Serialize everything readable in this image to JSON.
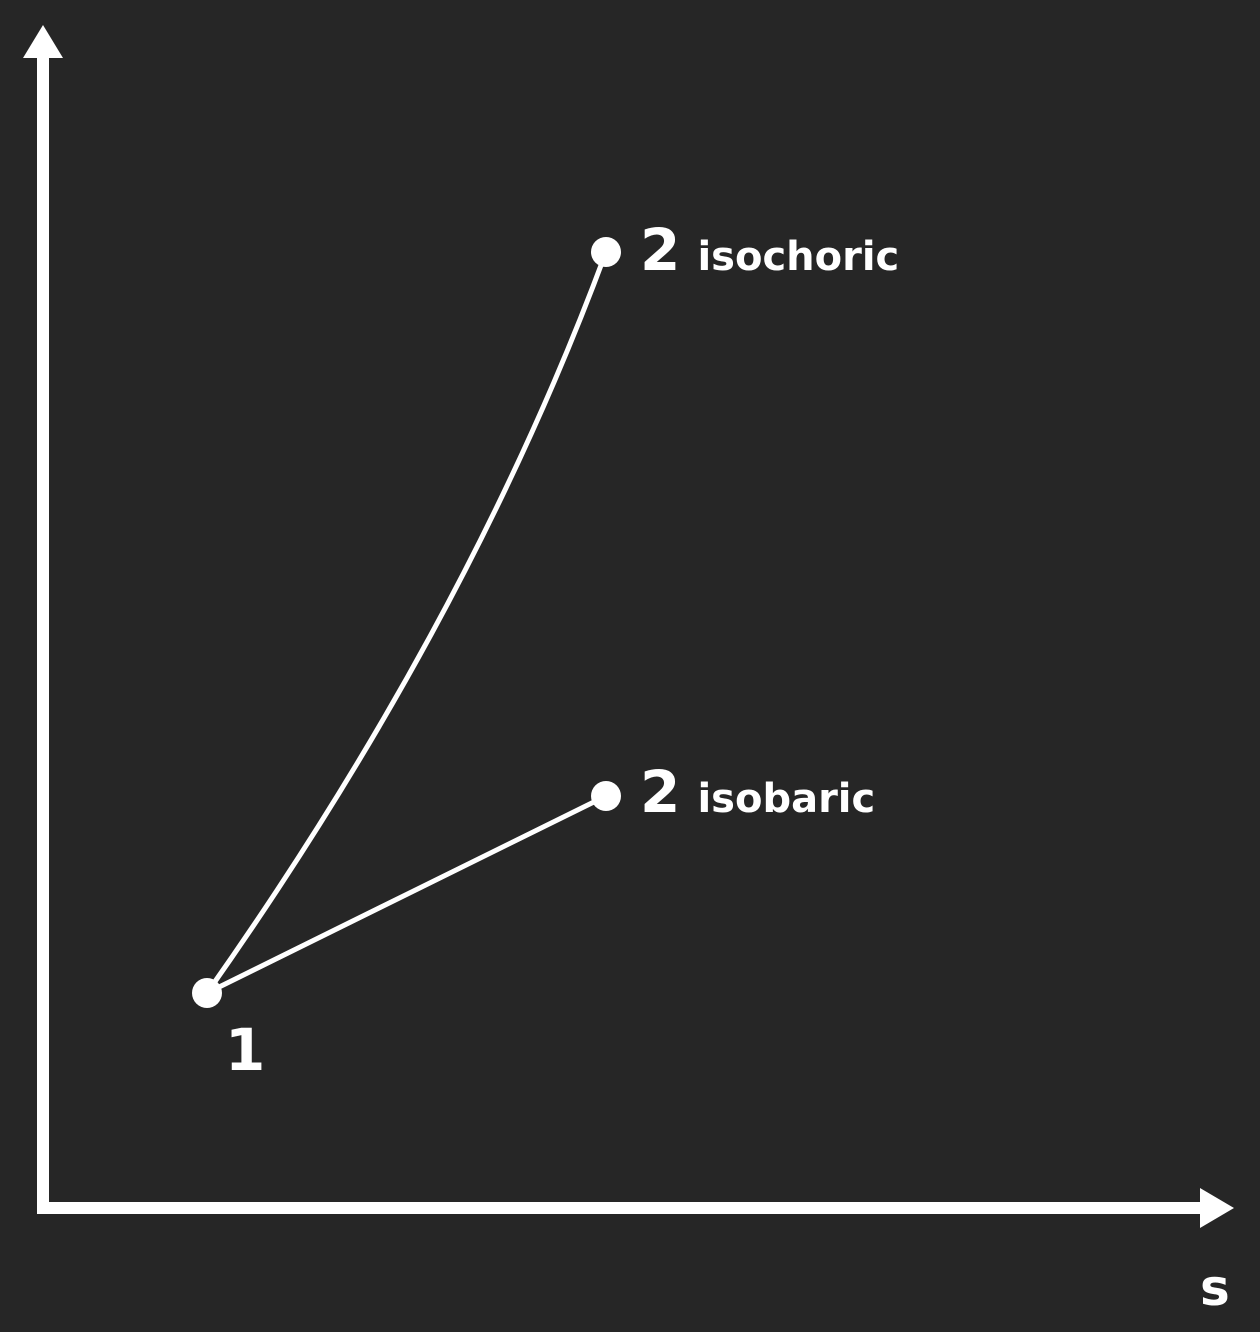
{
  "diagram": {
    "x_axis_label": "s",
    "state_1": {
      "number": "1"
    },
    "state_2_isochoric": {
      "number": "2",
      "subscript": "isochoric"
    },
    "state_2_isobaric": {
      "number": "2",
      "subscript": "isobaric"
    }
  },
  "colors": {
    "background": "#262626",
    "foreground": "#ffffff"
  }
}
